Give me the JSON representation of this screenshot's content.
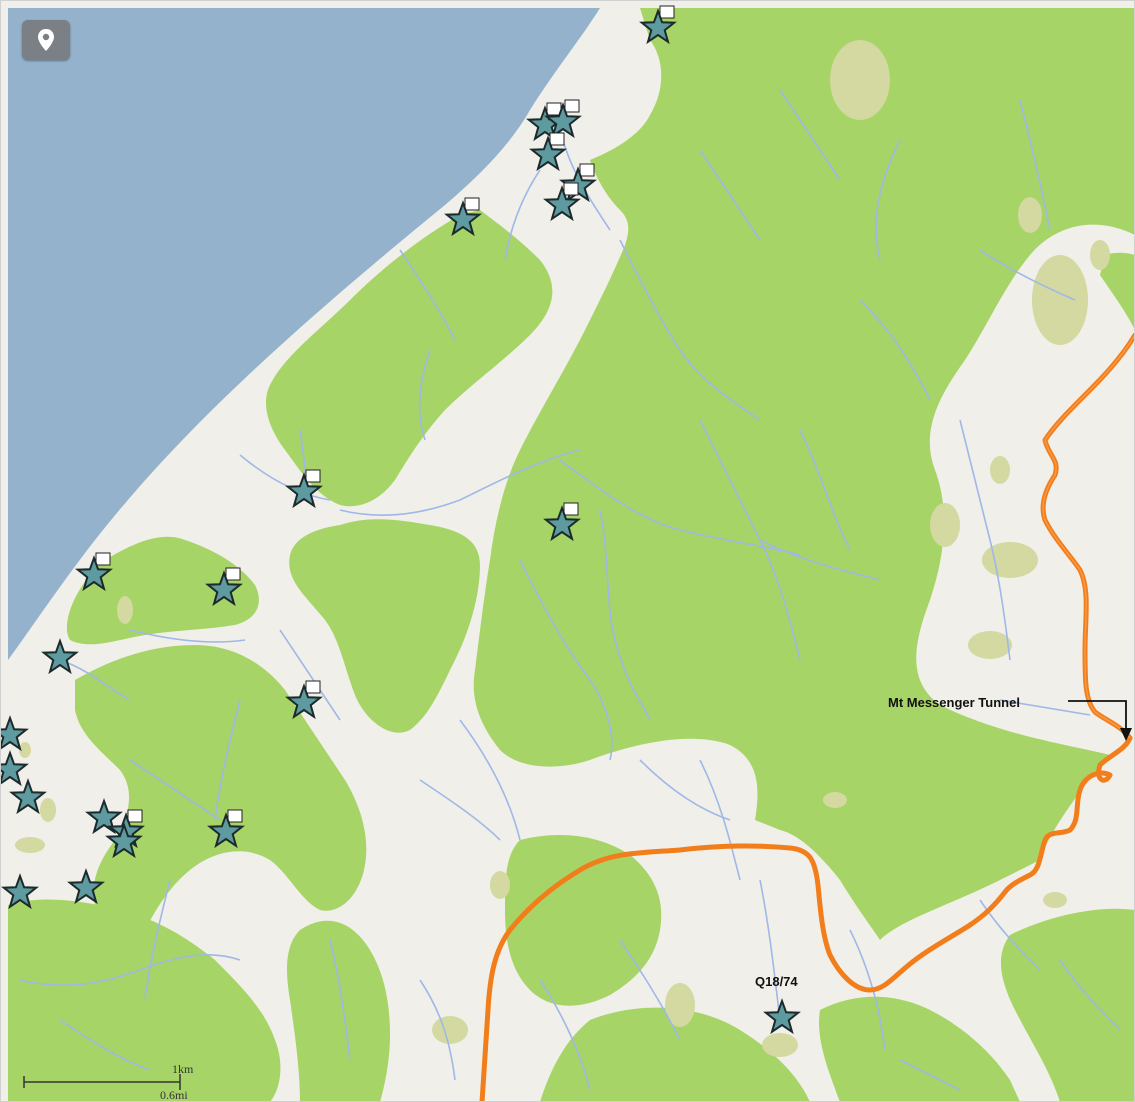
{
  "map": {
    "colors": {
      "water": "#94b2cc",
      "land": "#f1efe9",
      "forest": "#a7d466",
      "scrub": "#d3d9a0",
      "stream": "#9fb8e8",
      "road": "#f27d1b",
      "marker": "#5e9ba0"
    },
    "controls": {
      "locate_icon": "map-pin-icon"
    },
    "labels": {
      "tunnel": "Mt Messenger Tunnel",
      "site": "Q18/74"
    },
    "scale": {
      "km": "1km",
      "mi": "0.6mi"
    },
    "marker_icon": "star-icon"
  }
}
